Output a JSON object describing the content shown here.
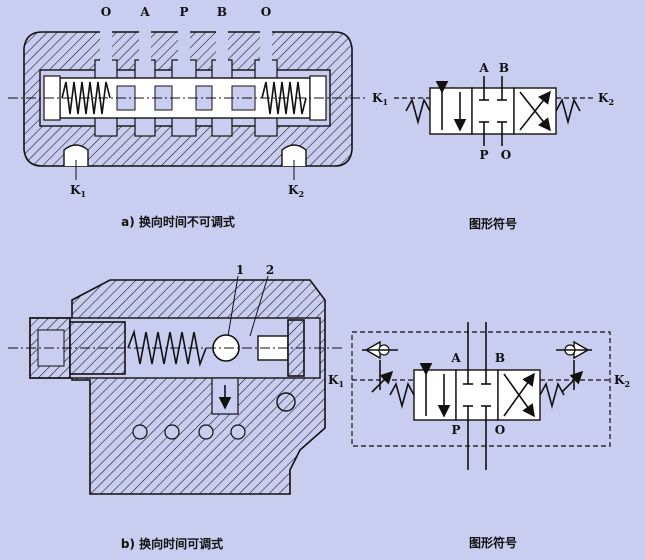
{
  "figure_a": {
    "port_labels": [
      "O",
      "A",
      "P",
      "B",
      "O"
    ],
    "pilot_left": "K",
    "pilot_left_sub": "1",
    "pilot_right": "K",
    "pilot_right_sub": "2",
    "caption": "a) 换向时间不可调式"
  },
  "symbol_a": {
    "top_a": "A",
    "top_b": "B",
    "bottom_p": "P",
    "bottom_o": "O",
    "pilot_left": "K",
    "pilot_left_sub": "1",
    "pilot_right": "K",
    "pilot_right_sub": "2",
    "caption": "图形符号"
  },
  "figure_b": {
    "callout_1": "1",
    "callout_2": "2",
    "caption": "b) 换向时间可调式"
  },
  "symbol_b": {
    "top_a": "A",
    "top_b": "B",
    "bottom_p": "P",
    "bottom_o": "O",
    "pilot_left": "K",
    "pilot_left_sub": "1",
    "pilot_right": "K",
    "pilot_right_sub": "2",
    "caption": "图形符号"
  }
}
